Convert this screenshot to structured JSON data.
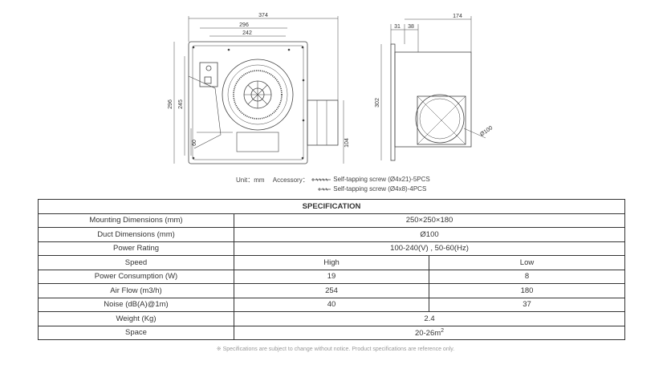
{
  "drawing": {
    "dims": {
      "front_width_outer": "374",
      "front_width_mid": "296",
      "front_width_inner": "242",
      "front_height_outer": "296",
      "front_height_inner": "245",
      "bottom_offset": "60",
      "duct_offset": "104",
      "side_d1": "31",
      "side_d2": "38",
      "side_depth": "174",
      "side_height": "302",
      "duct_diameter": "Ø100"
    }
  },
  "notes": {
    "unit": "Unit：mm",
    "accessory_label": "Accessory：",
    "screw1": "Self-tapping screw (Ø4x21)-5PCS",
    "screw2": "Self-tapping screw (Ø4x8)-4PCS"
  },
  "spec": {
    "title": "SPECIFICATION",
    "rows": [
      {
        "label": "Mounting Dimensions (mm)",
        "value": "250×250×180"
      },
      {
        "label": "Duct Dimensions (mm)",
        "value": "Ø100"
      },
      {
        "label": "Power Rating",
        "value": "100-240(V) , 50-60(Hz)"
      },
      {
        "label": "Speed",
        "high": "High",
        "low": "Low"
      },
      {
        "label": "Power Consumption (W)",
        "high": "19",
        "low": "8"
      },
      {
        "label": "Air Flow (m3/h)",
        "high": "254",
        "low": "180"
      },
      {
        "label": "Noise (dB(A)@1m)",
        "high": "40",
        "low": "37"
      },
      {
        "label": "Weight (Kg)",
        "value": "2.4"
      },
      {
        "label": "Space",
        "value": "20-26m",
        "value_sup": "2"
      }
    ]
  },
  "footnote": "※ Specifications are subject to change without notice. Product specifications are reference only."
}
